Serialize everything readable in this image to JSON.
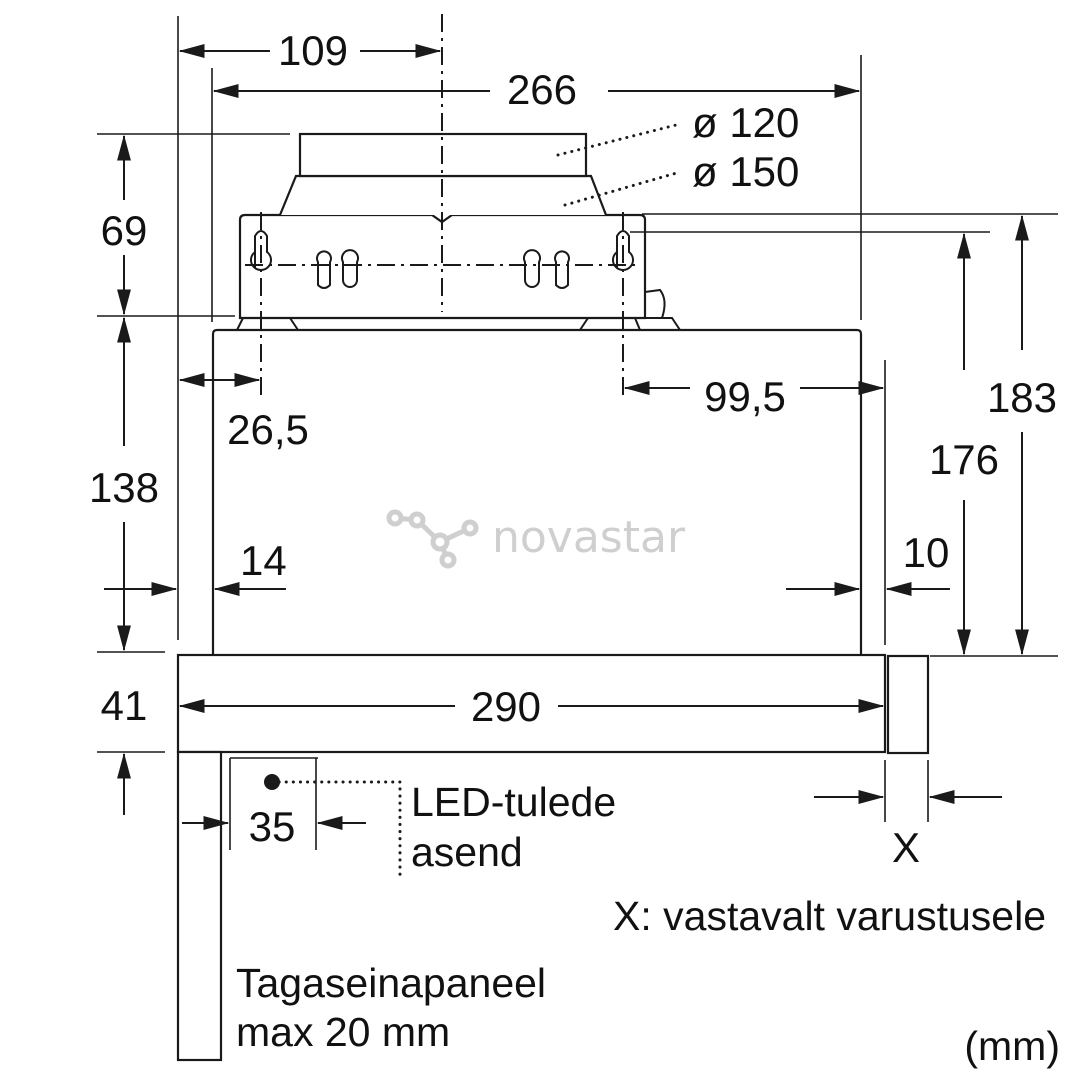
{
  "dimensions": {
    "d109": "109",
    "d266": "266",
    "d120": "ø 120",
    "d150": "ø 150",
    "d69": "69",
    "d138": "138",
    "d41": "41",
    "d183": "183",
    "d176": "176",
    "d26_5": "26,5",
    "d99_5": "99,5",
    "d14": "14",
    "d10": "10",
    "d290": "290",
    "d35": "35"
  },
  "labels": {
    "led_line1": "LED-tulede",
    "led_line2": "asend",
    "x_marker": "X",
    "x_note": "X: vastavalt varustusele",
    "panel_line1": "Tagaseinapaneel",
    "panel_line2": "max 20 mm",
    "unit": "(mm)"
  },
  "watermark": "novastar",
  "colors": {
    "line": "#1a1a1a",
    "watermark": "#cfcfcf"
  }
}
